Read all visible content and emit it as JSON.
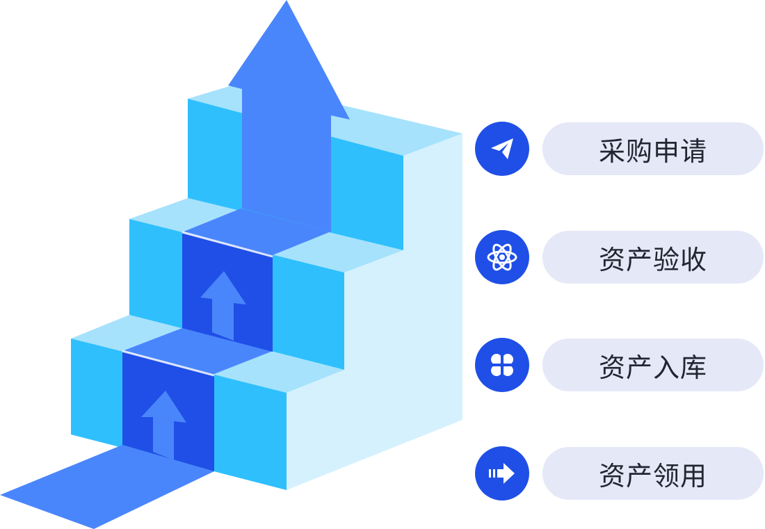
{
  "colors": {
    "accent": "#1f4fe6",
    "pill": "#e5e8f7",
    "cube_top": "#a6e2fc",
    "cube_front": "#2fbffd",
    "cube_side": "#d5f1fd",
    "arrow": "#4a86fb",
    "arrow_dark": "#1f4fe6"
  },
  "steps": [
    {
      "label": "采购申请",
      "icon": "paper-plane-icon"
    },
    {
      "label": "资产验收",
      "icon": "atom-icon"
    },
    {
      "label": "资产入库",
      "icon": "four-petal-icon"
    },
    {
      "label": "资产领用",
      "icon": "arrow-right-icon"
    }
  ]
}
